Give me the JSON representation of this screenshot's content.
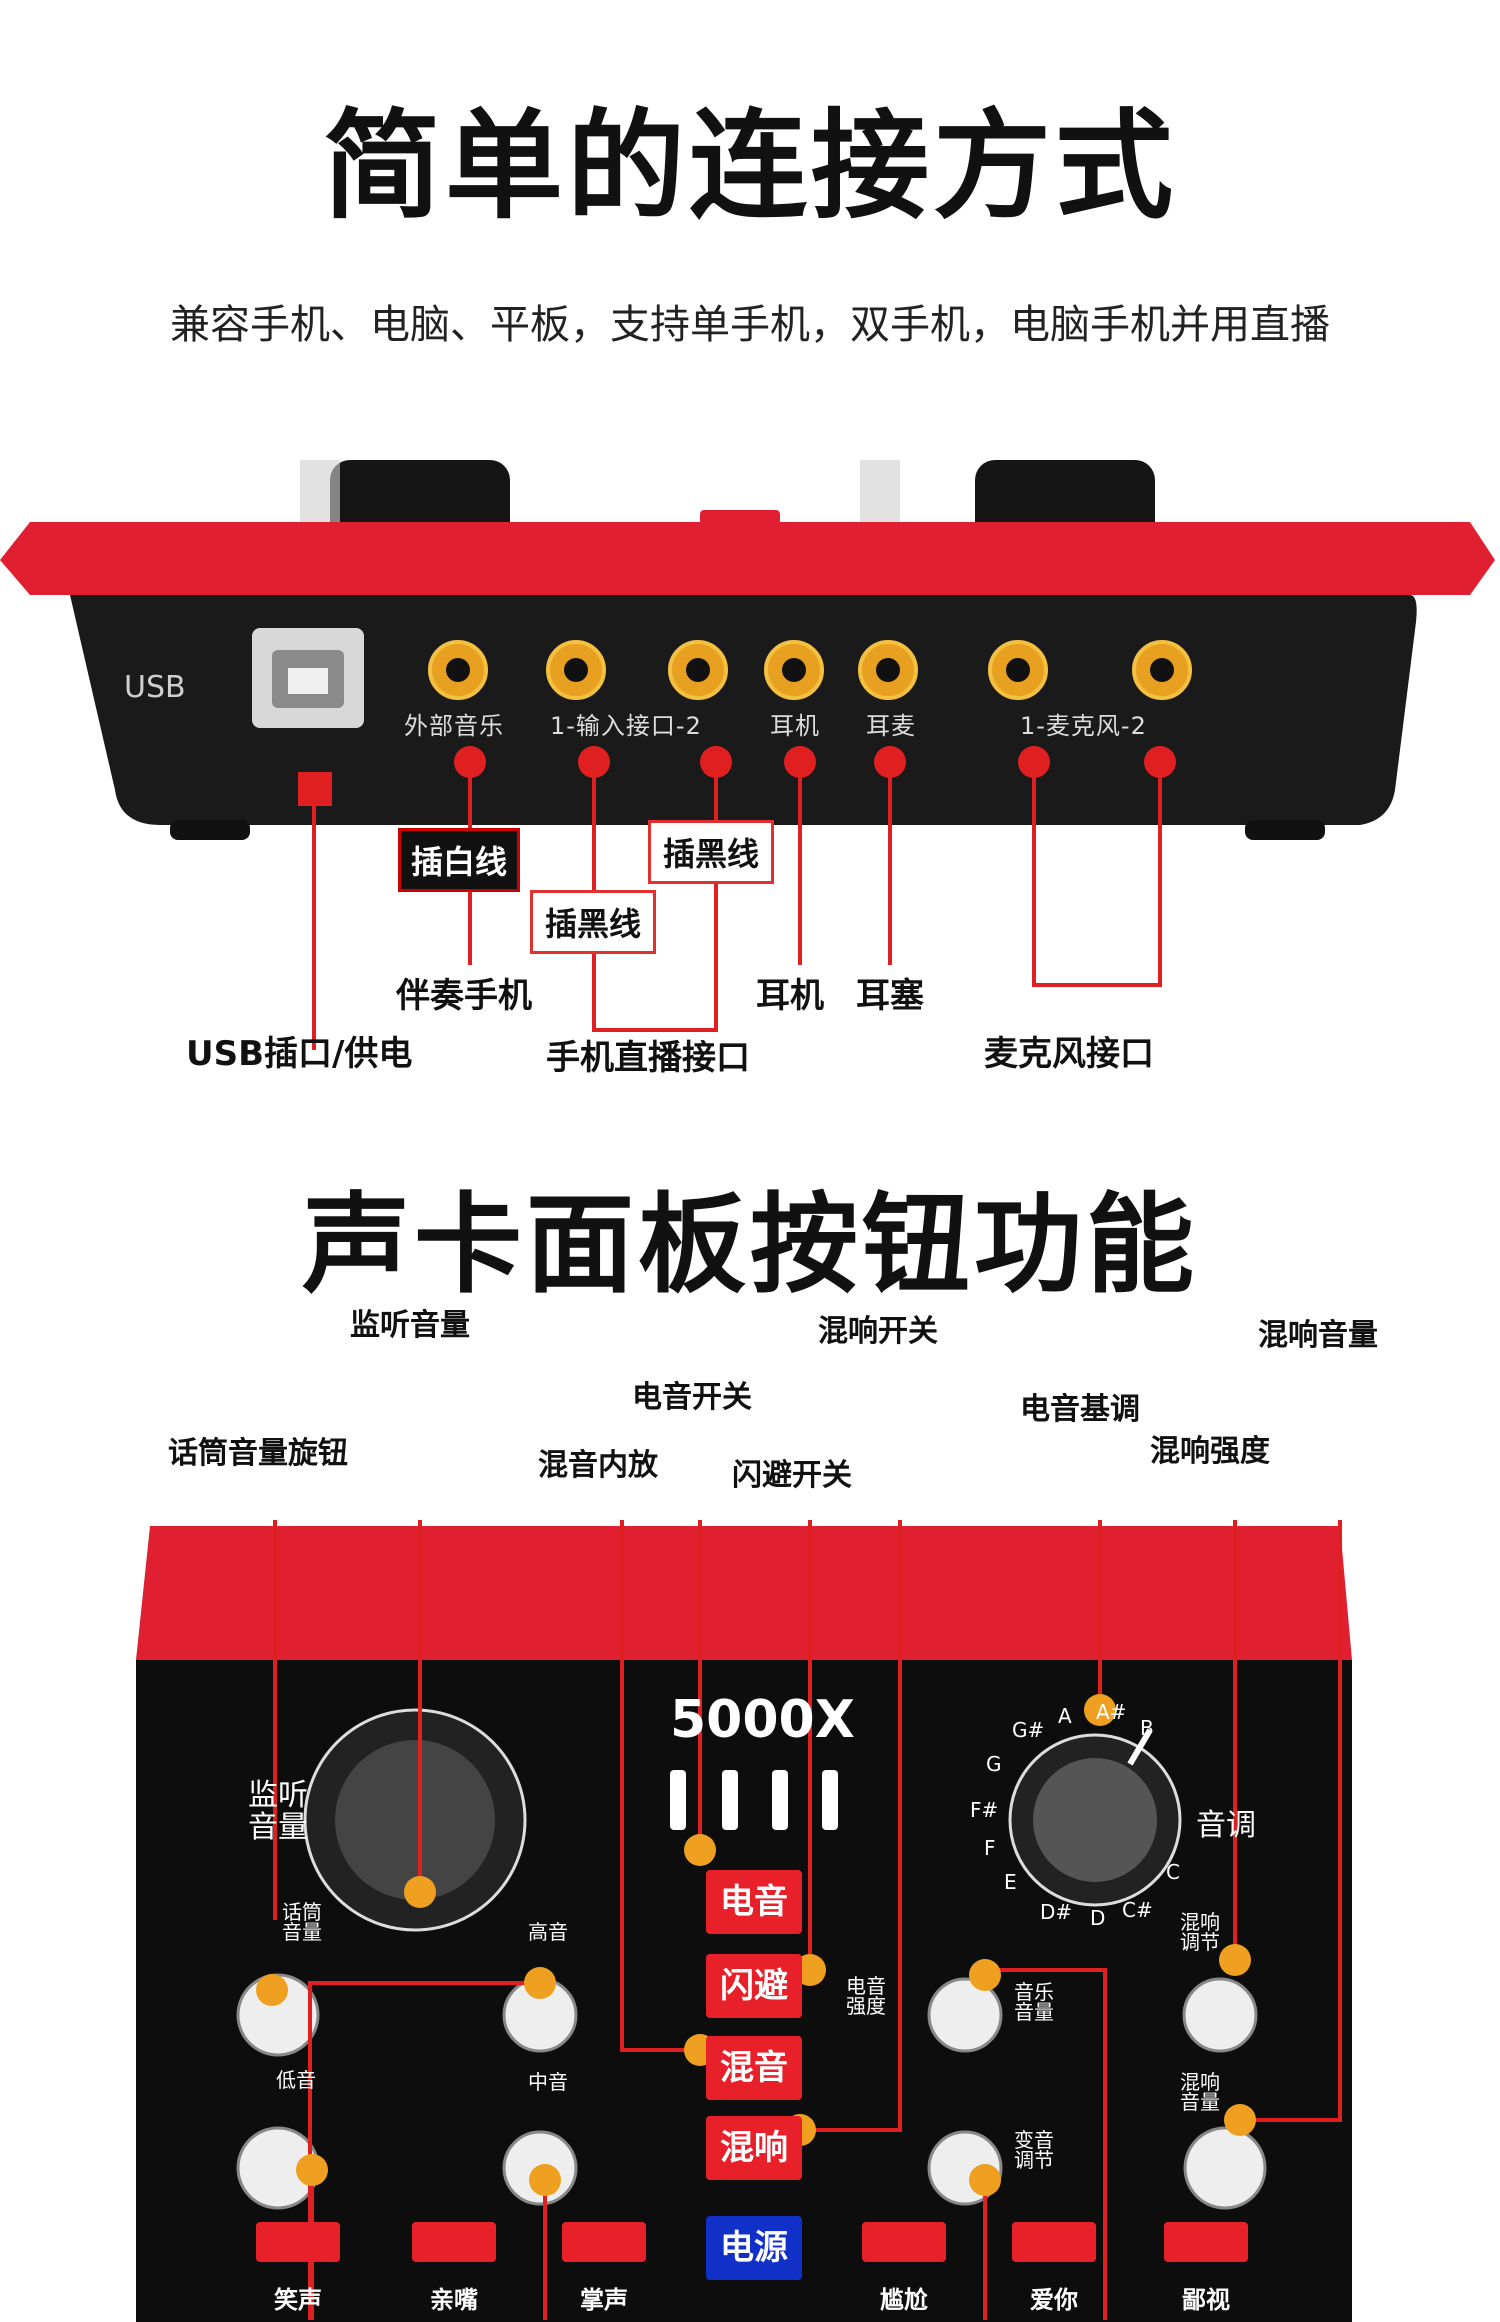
{
  "section1": {
    "title": "简单的连接方式",
    "subtitle": "兼容手机、电脑、平板，支持单手机，双手机，电脑手机并用直播",
    "device_port_labels": {
      "usb": "USB",
      "external_music": "外部音乐",
      "input_ports": "1-输入接口-2",
      "headphone": "耳机",
      "earpiece": "耳麦",
      "mic": "1-麦克风-2"
    },
    "callouts": {
      "white_cable": "插白线",
      "black_cable_1": "插黑线",
      "black_cable_2": "插黑线",
      "accompany_phone": "伴奏手机",
      "headphone": "耳机",
      "earplug": "耳塞",
      "usb_power": "USB插口/供电",
      "phone_live": "手机直播接口",
      "mic_port": "麦克风接口"
    }
  },
  "section2": {
    "title": "声卡面板按钮功能",
    "callouts": {
      "monitor_volume": "监听音量",
      "mic_volume_knob": "话筒音量旋钮",
      "mix_internal": "混音内放",
      "electro_switch": "电音开关",
      "dodge_switch": "闪避开关",
      "reverb_switch": "混响开关",
      "electro_key": "电音基调",
      "reverb_strength": "混响强度",
      "reverb_volume": "混响音量"
    },
    "panel": {
      "model": "5000X",
      "monitor_label": "监听\n音量",
      "key_label": "音调",
      "key_notes": [
        "G#",
        "A",
        "A#",
        "B",
        "C",
        "C#",
        "D",
        "D#",
        "E",
        "F",
        "F#",
        "G"
      ],
      "knob_labels": {
        "mic_volume": "话筒\n音量",
        "treble": "高音",
        "bass": "低音",
        "mid": "中音",
        "electro_strength": "电音\n强度",
        "music_volume": "音乐\n音量",
        "reverb_adjust": "混响\n调节",
        "reverb_volume": "混响\n音量",
        "voice_change": "变音\n调节"
      },
      "buttons": {
        "electro": "电音",
        "dodge": "闪避",
        "mix": "混音",
        "reverb": "混响",
        "power": "电源"
      },
      "pads": [
        "笑声",
        "亲嘴",
        "掌声",
        "尴尬",
        "爱你",
        "鄙视"
      ]
    }
  }
}
